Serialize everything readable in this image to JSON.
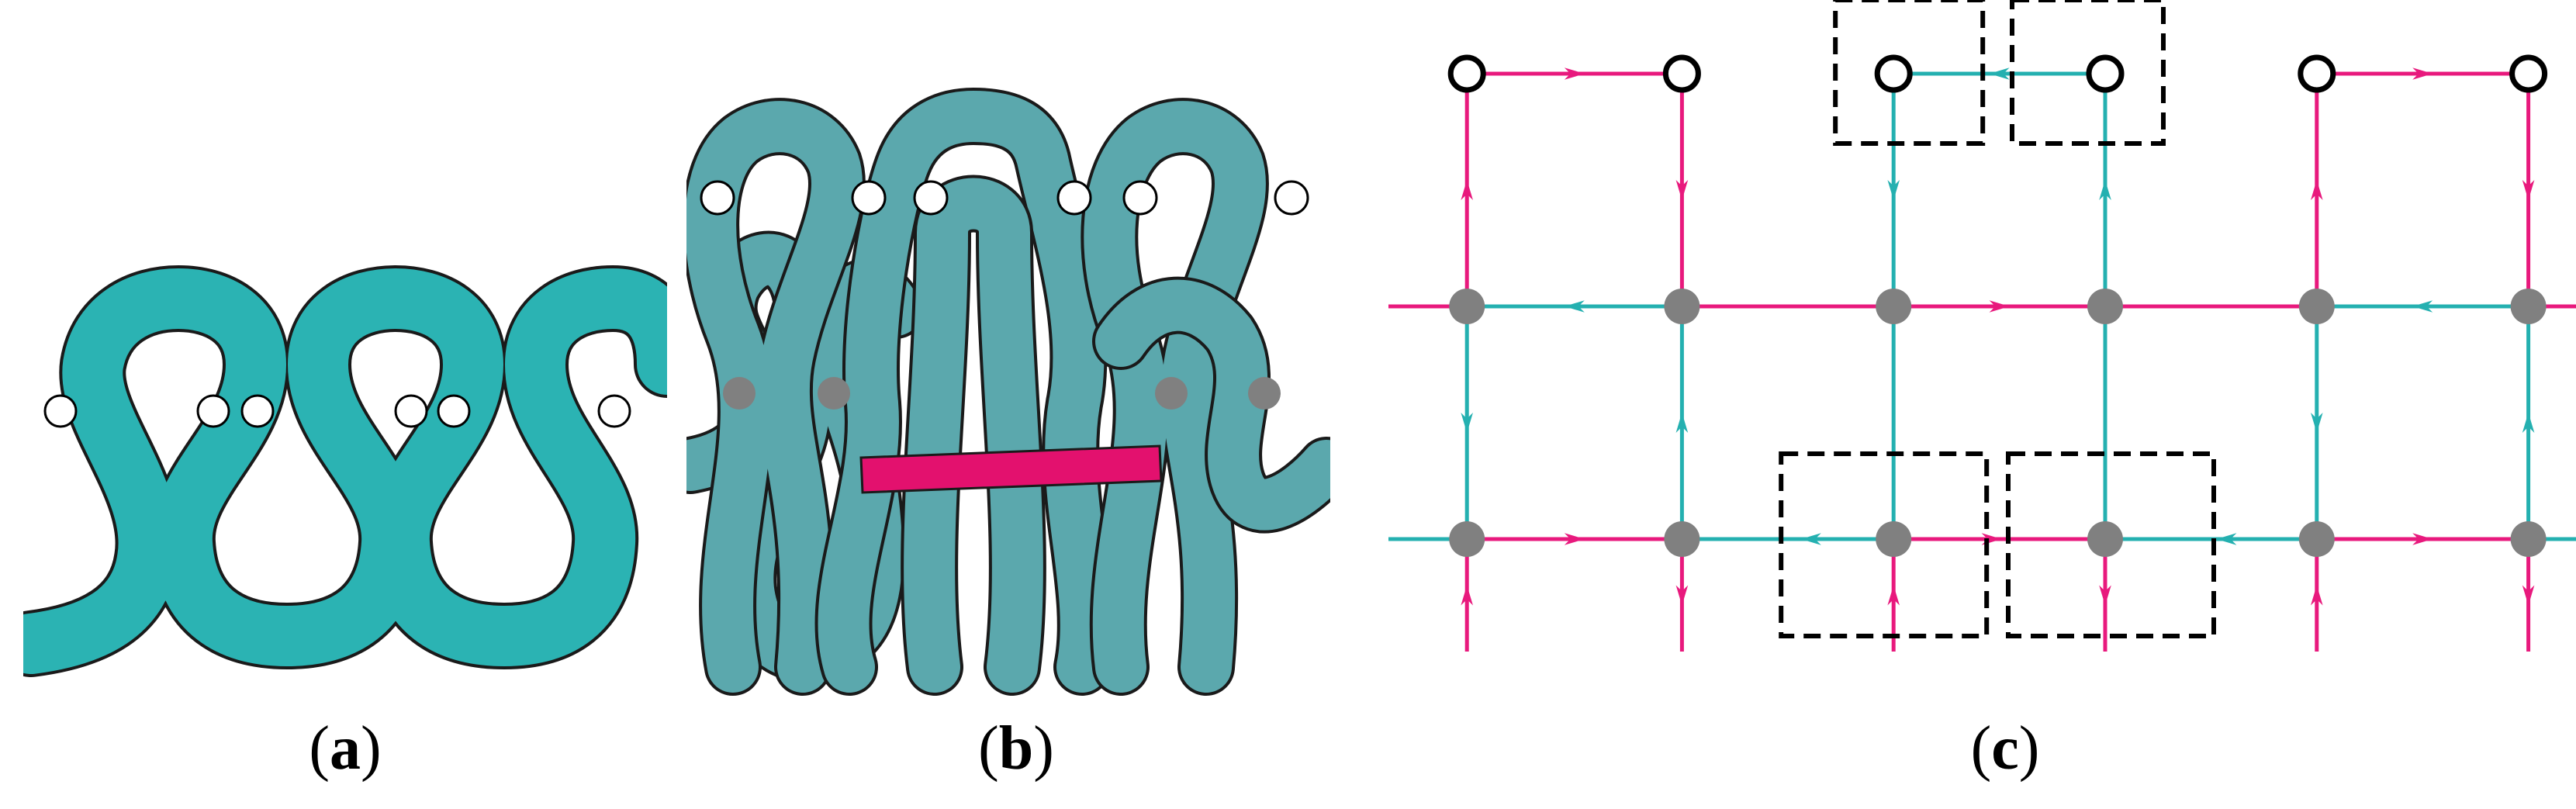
{
  "captions": {
    "a": "a",
    "b": "b",
    "c": "c"
  },
  "colors": {
    "yarn_a": "#2bb3b3",
    "yarn_b": "#5ba8ad",
    "yarn_outline": "#1a1a1a",
    "insert": "#e3116e",
    "magenta_edge": "#e8197d",
    "teal_edge": "#24b0b0",
    "grey_node": "#808080",
    "open_node_fill": "#ffffff",
    "open_node_stroke": "#000000",
    "dashed_box": "#000000"
  },
  "icons": {
    "open_node": "open-circle",
    "filled_node": "grey-filled-circle",
    "arrow": "arrowhead-triangle",
    "selection": "dashed-rectangle"
  }
}
